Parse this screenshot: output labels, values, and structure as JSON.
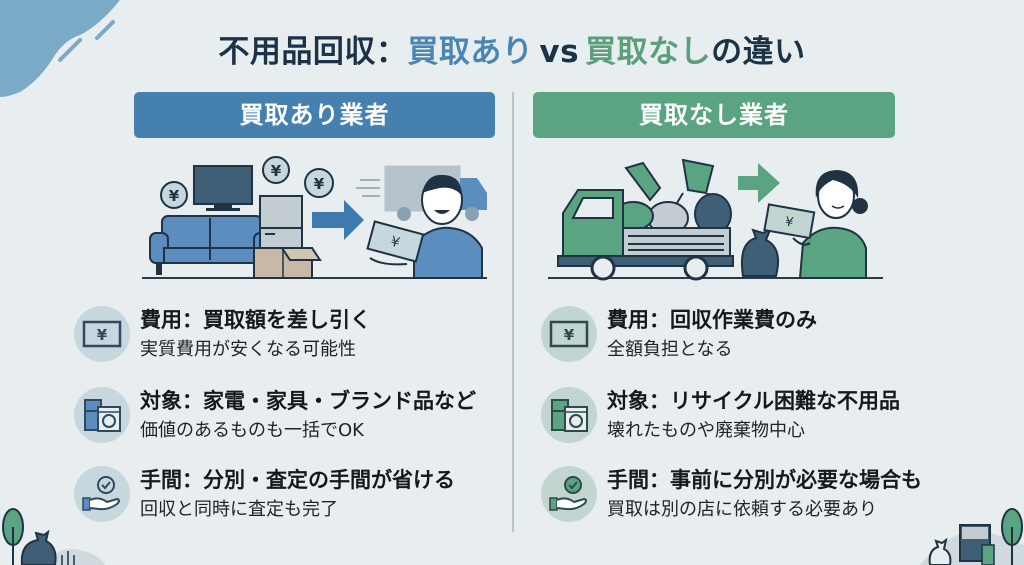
{
  "title": {
    "prefix": "不用品回収：",
    "with_buyback": "買取あり",
    "vs": "vs",
    "without_buyback": "買取なし",
    "suffix": "の違い"
  },
  "colors": {
    "with_buyback_accent": "#4680ae",
    "without_buyback_accent": "#5aa482",
    "background": "#e8edf0",
    "title_dark": "#1c3247"
  },
  "columns": [
    {
      "header": "買取あり業者",
      "illustration": "furniture-tv-fridge-box-yen-coins-arrow-man-holding-cash-truck",
      "features": [
        {
          "icon": "yen-bill-icon",
          "title": "費用：買取額を差し引く",
          "desc": "実質費用が安くなる可能性"
        },
        {
          "icon": "appliances-icon",
          "title": "対象：家電・家具・ブランド品など",
          "desc": "価値のあるものも一括でOK"
        },
        {
          "icon": "hand-check-icon",
          "title": "手間：分別・査定の手間が省ける",
          "desc": "回収と同時に査定も完了"
        }
      ]
    },
    {
      "header": "買取なし業者",
      "illustration": "truck-loaded-with-junk-bags-arrow-woman-paying-cash",
      "features": [
        {
          "icon": "yen-bill-icon",
          "title": "費用：回収作業費のみ",
          "desc": "全額負担となる"
        },
        {
          "icon": "appliances-icon",
          "title": "対象：リサイクル困難な不用品",
          "desc": "壊れたものや廃棄物中心"
        },
        {
          "icon": "hand-check-icon",
          "title": "手間：事前に分別が必要な場合も",
          "desc": "買取は別の店に依頼する必要あり"
        }
      ]
    }
  ]
}
